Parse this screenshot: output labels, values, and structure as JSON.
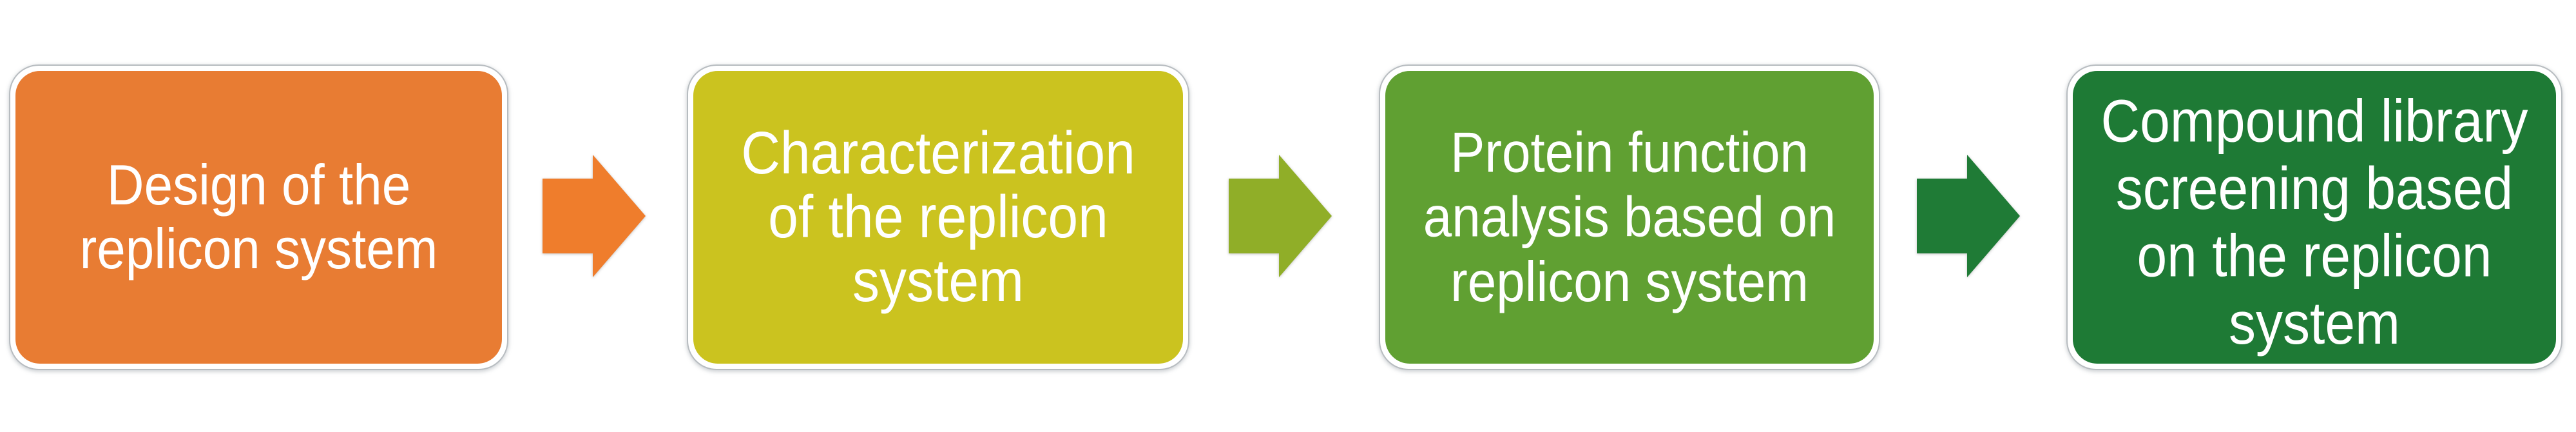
{
  "background_color": "#ffffff",
  "diagram": {
    "type": "process-flow",
    "direction": "left-to-right",
    "steps": [
      {
        "label": "Design of the replicon system",
        "lines": [
          "Design of the",
          "replicon system"
        ],
        "fill": "#E87C33",
        "text_color": "#ffffff"
      },
      {
        "label": "Characterization of the replicon system",
        "lines": [
          "Characterization",
          "of the replicon",
          "system"
        ],
        "fill": "#CBC31F",
        "text_color": "#ffffff"
      },
      {
        "label": "Protein function analysis based on replicon system",
        "lines": [
          "Protein function",
          "analysis based on",
          "replicon system"
        ],
        "fill": "#60A032",
        "text_color": "#ffffff"
      },
      {
        "label": "Compound library screening based on the replicon system",
        "lines": [
          "Compound library",
          "screening based",
          "on the replicon",
          "system"
        ],
        "fill": "#1E7A35",
        "text_color": "#ffffff"
      }
    ],
    "arrows": [
      {
        "fill": "#EF7D2C"
      },
      {
        "fill": "#90AE28"
      },
      {
        "fill": "#1F7B36"
      }
    ],
    "box_border_color": "#ffffff",
    "box_outline_color": "#b7bcc0"
  }
}
